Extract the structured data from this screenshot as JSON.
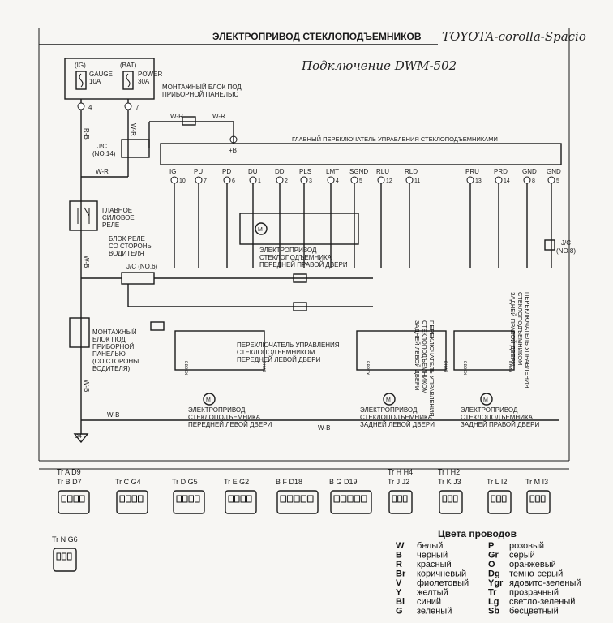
{
  "title": "ЭЛЕКТРОПРИВОД СТЕКЛОПОДЪЕМНИКОВ",
  "handwritten_model": "TOYOTA-corolla-Spacio",
  "handwritten_note": "Подключение DWM-502",
  "fuses": [
    {
      "label": "(IG)",
      "name": "GAUGE",
      "rating": "10A"
    },
    {
      "label": "(BAT)",
      "name": "POWER",
      "rating": "30A"
    }
  ],
  "fuse_block_label": [
    "МОНТАЖНЫЙ БЛОК ПОД",
    "ПРИБОРНОЙ ПАНЕЛЬЮ"
  ],
  "jc_14": [
    "J/C",
    "(NO.14)"
  ],
  "jc_6": "J/C (NO.6)",
  "jc_8": [
    "J/C",
    "(NO.8)"
  ],
  "main_switch_title": "ГЛАВНЫЙ ПЕРЕКЛЮЧАТЕЛЬ УПРАВЛЕНИЯ СТЕКЛОПОДЪЕМНИКАМИ",
  "main_switch_pins": [
    "IG",
    "PU",
    "PD",
    "DU",
    "DD",
    "PLS",
    "LMT",
    "SGND",
    "RLU",
    "RLD",
    "PRU",
    "PRD",
    "GND",
    "GND"
  ],
  "main_switch_pin_nums": [
    "10",
    "7",
    "6",
    "1",
    "2",
    "3",
    "4",
    "5",
    "12",
    "11",
    "13",
    "14",
    "8",
    "5"
  ],
  "plus_b": "+B",
  "relay_label": [
    "ГЛАВНОЕ",
    "СИЛОВОЕ",
    "РЕЛЕ"
  ],
  "relay_block_label": [
    "БЛОК РЕЛЕ",
    "СО СТОРОНЫ",
    "ВОДИТЕЛЯ"
  ],
  "fuse_block2_label": [
    "МОНТАЖНЫЙ",
    "БЛОК ПОД",
    "ПРИБОРНОЙ",
    "ПАНЕЛЬЮ",
    "(СО СТОРОНЫ",
    "ВОДИТЕЛЯ)"
  ],
  "motor_fr_label": [
    "ЭЛЕКТРОПРИВОД",
    "СТЕКЛОПОДЪЕМНИКА",
    "ПЕРЕДНЕЙ ПРАВОЙ ДВЕРИ"
  ],
  "switch_fl_label": [
    "ПЕРЕКЛЮЧАТЕЛЬ УПРАВЛЕНИЯ",
    "СТЕКЛОПОДЪЕМНИКОМ",
    "ПЕРЕДНЕЙ ЛЕВОЙ ДВЕРИ"
  ],
  "switch_rl_label": [
    "ПЕРЕКЛЮЧАТЕЛЬ УПРАВЛЕНИЯ",
    "СТЕКЛОПОДЪЕМНИКОМ",
    "ЗАДНЕЙ ЛЕВОЙ ДВЕРИ"
  ],
  "switch_rr_label": [
    "ПЕРЕКЛЮЧАТЕЛЬ УПРАВЛЕНИЯ",
    "СТЕКЛОПОДЪЕМНИКОМ",
    "ЗАДНЕЙ ПРАВОЙ ДВЕРИ"
  ],
  "motor_fl_label": [
    "ЭЛЕКТРОПРИВОД",
    "СТЕКЛОПОДЪЕМНИКА",
    "ПЕРЕДНЕЙ ЛЕВОЙ ДВЕРИ"
  ],
  "motor_rl_label": [
    "ЭЛЕКТРОПРИВОД",
    "СТЕКЛОПОДЪЕМНИКА",
    "ЗАДНЕЙ ЛЕВОЙ ДВЕРИ"
  ],
  "motor_rr_label": [
    "ЭЛЕКТРОПРИВОД",
    "СТЕКЛОПОДЪЕМНИКА",
    "ЗАДНЕЙ ПРАВОЙ ДВЕРИ"
  ],
  "switch_dirs": [
    "вверх",
    "вниз"
  ],
  "ground_code": "D4",
  "connectors": [
    {
      "label": "Tr A D9"
    },
    {
      "label": "Tr B D7"
    },
    {
      "label": "Tr C G4"
    },
    {
      "label": "Tr D G5"
    },
    {
      "label": "Tr E G2"
    },
    {
      "label": "B F D18"
    },
    {
      "label": "B G D19"
    },
    {
      "label": "Tr H H4"
    },
    {
      "label": "Tr I H2"
    },
    {
      "label": "Tr J J2"
    },
    {
      "label": "Tr K J3"
    },
    {
      "label": "Tr L I2"
    },
    {
      "label": "Tr M I3"
    },
    {
      "label": "Tr N G6"
    }
  ],
  "wire_colors_title": "Цвета проводов",
  "wire_colors": [
    {
      "code": "W",
      "name": "белый"
    },
    {
      "code": "B",
      "name": "черный"
    },
    {
      "code": "R",
      "name": "красный"
    },
    {
      "code": "Br",
      "name": "коричневый"
    },
    {
      "code": "V",
      "name": "фиолетовый"
    },
    {
      "code": "Y",
      "name": "желтый"
    },
    {
      "code": "Bl",
      "name": "синий"
    },
    {
      "code": "G",
      "name": "зеленый"
    },
    {
      "code": "P",
      "name": "розовый"
    },
    {
      "code": "Gr",
      "name": "серый"
    },
    {
      "code": "O",
      "name": "оранжевый"
    },
    {
      "code": "Dg",
      "name": "темно-серый"
    },
    {
      "code": "Ygr",
      "name": "ядовито-зеленый"
    },
    {
      "code": "Tr",
      "name": "прозрачный"
    },
    {
      "code": "Lg",
      "name": "светло-зеленый"
    },
    {
      "code": "Sb",
      "name": "бесцветный"
    }
  ]
}
